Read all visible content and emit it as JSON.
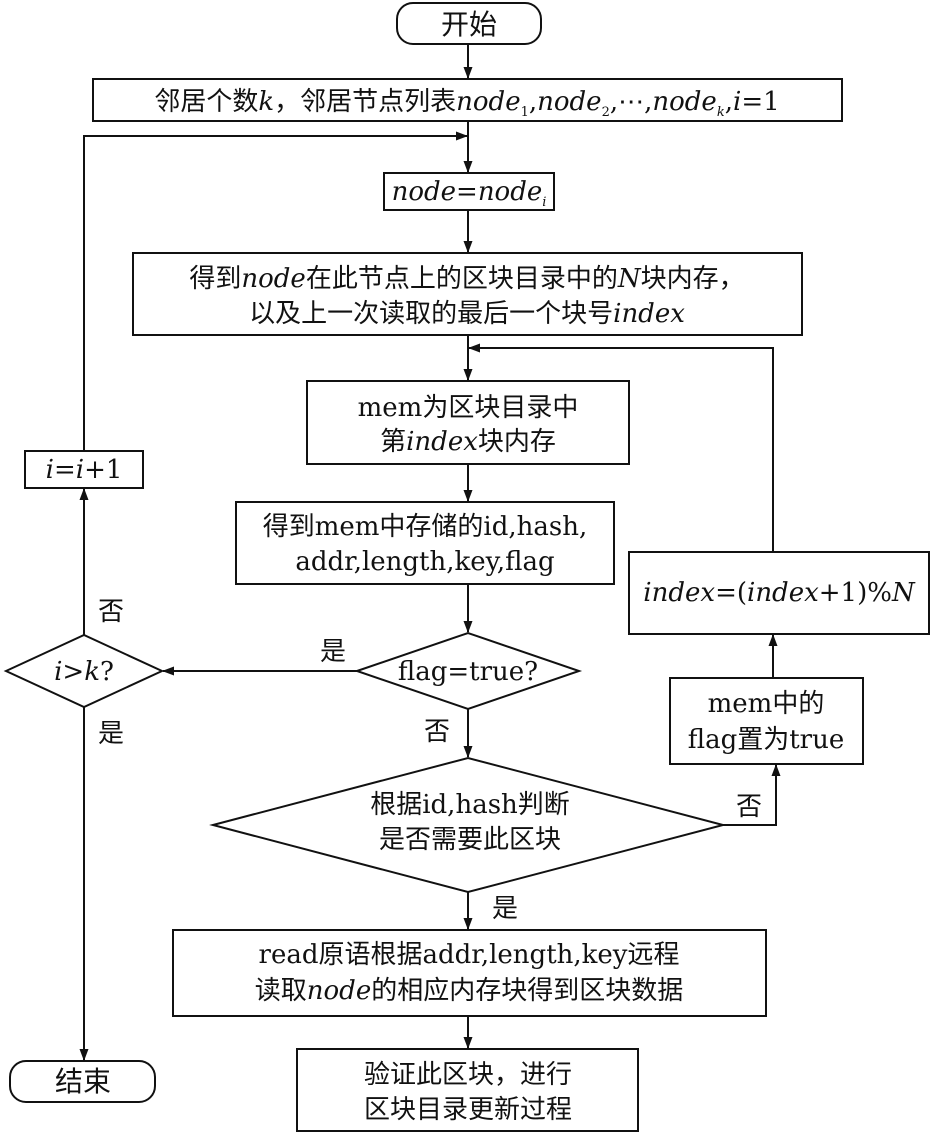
{
  "nodes": {
    "start": "开始",
    "init": {
      "a": "邻居个数",
      "k": "k",
      "b": "，邻居节点列表",
      "n1": "node",
      "s1": "1",
      "c1": ",",
      "n2": "node",
      "s2": "2",
      "c2": ",⋯,",
      "nk": "node",
      "sk": "k",
      "c3": ",",
      "i": "i",
      "eq": "=1"
    },
    "assign": {
      "lhs": "node",
      "eq": "=",
      "rhs": "node",
      "sub": "i"
    },
    "get_mem": {
      "l1a": "得到",
      "l1b": "node",
      "l1c": "在此节点上的区块目录中的",
      "l1d": "N",
      "l1e": "块内存，",
      "l2a": "以及上一次读取的最后一个块号",
      "l2b": "index"
    },
    "mem_is": {
      "l1": "mem为区块目录中",
      "l2a": "第",
      "l2b": "index",
      "l2c": "块内存"
    },
    "read_fields": {
      "l1": "得到mem中存储的id,hash,",
      "l2": "addr,length,key,flag"
    },
    "flag_check": "flag=true?",
    "need_check": {
      "l1": "根据id,hash判断",
      "l2": "是否需要此区块"
    },
    "remote_read": {
      "l1": "read原语根据addr,length,key远程",
      "l2a": "读取",
      "l2b": "node",
      "l2c": "的相应内存块得到区块数据"
    },
    "verify": {
      "l1": "验证此区块，进行",
      "l2": "区块目录更新过程"
    },
    "set_flag": {
      "l1": "mem中的",
      "l2": "flag置为true"
    },
    "index_inc": {
      "a": "index",
      "b": "=(",
      "c": "index",
      "d": "+1)%",
      "e": "N"
    },
    "i_inc": {
      "a": "i",
      "b": "=",
      "c": "i",
      "d": "+1"
    },
    "i_check": {
      "a": "i",
      "b": ">",
      "c": "k",
      "d": "?"
    },
    "end": "结束"
  },
  "labels": {
    "yes_flag": "是",
    "no_flag": "否",
    "no_need": "否",
    "yes_need": "是",
    "no_i": "否",
    "yes_i": "是"
  }
}
